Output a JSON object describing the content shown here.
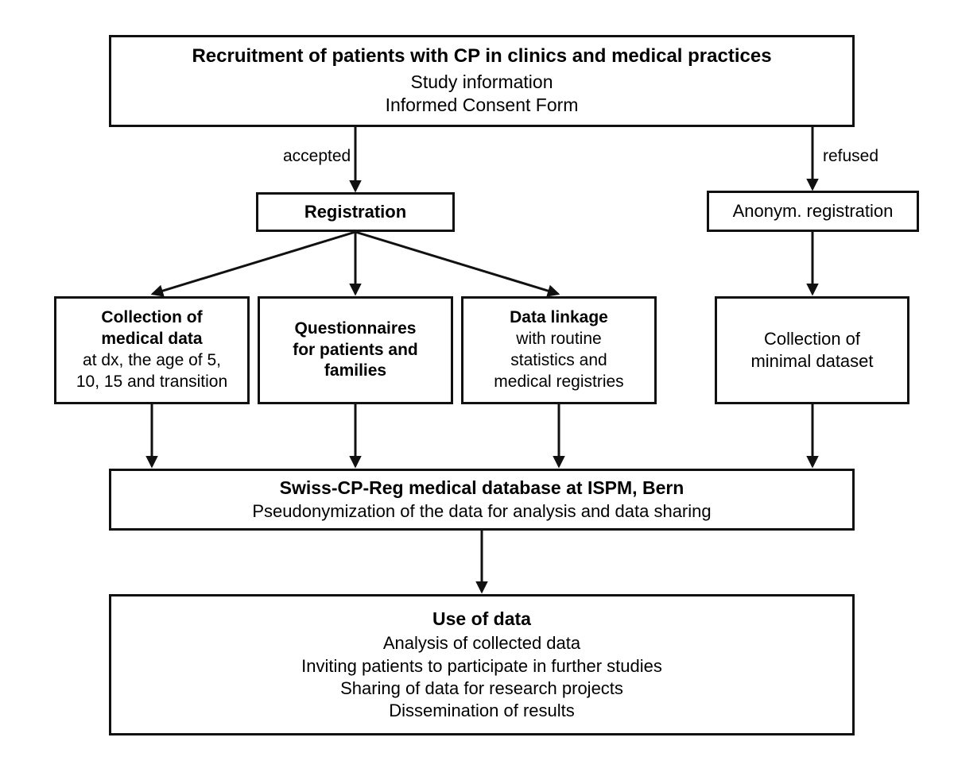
{
  "diagram": {
    "title": "Swiss-CP-Reg study flow diagram",
    "type": "flowchart",
    "stroke_color": "#111111",
    "background_color": "#ffffff"
  },
  "nodes": {
    "recruitment": {
      "title": "Recruitment of patients with CP in clinics and medical practices",
      "line2": "Study information",
      "line3": "Informed Consent Form"
    },
    "registration": {
      "title": "Registration"
    },
    "anonym_registration": {
      "title": "Anonym. registration"
    },
    "medical_data": {
      "title_line1": "Collection of",
      "title_line2": "medical data",
      "sub_line1": "at dx, the age of 5,",
      "sub_line2": "10, 15 and transition"
    },
    "questionnaires": {
      "title_line1": "Questionnaires",
      "title_line2": "for patients and",
      "title_line3": "families"
    },
    "data_linkage": {
      "title": "Data linkage",
      "sub_line1": "with routine",
      "sub_line2": "statistics and",
      "sub_line3": "medical registries"
    },
    "minimal_dataset": {
      "line1": "Collection of",
      "line2": "minimal dataset"
    },
    "database": {
      "title": "Swiss-CP-Reg medical database at ISPM, Bern",
      "line2": "Pseudonymization of the data for analysis and data sharing"
    },
    "use_of_data": {
      "title": "Use of data",
      "line2": "Analysis of collected data",
      "line3": "Inviting patients to participate in further studies",
      "line4": "Sharing of data for research projects",
      "line5": "Dissemination of results"
    }
  },
  "edge_labels": {
    "accepted": "accepted",
    "refused": "refused"
  }
}
